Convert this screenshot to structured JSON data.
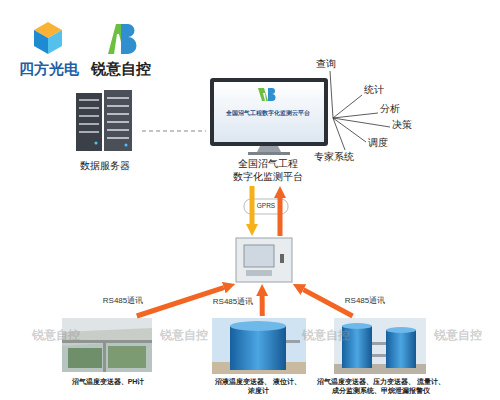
{
  "diagram": {
    "nodes": [
      {
        "text": [
          "数据服务器"
        ]
      },
      {
        "text": [
          "全国沼气工程数字化监测云平台",
          "全国沼气工程 数字化监测平台"
        ]
      },
      {
        "text": []
      },
      {
        "text": [
          "沼气温度变送器、PH计"
        ]
      },
      {
        "text": [
          "沼液温度变送器、 液位计、浓度计"
        ]
      },
      {
        "text": [
          "沼气温度变送器、压力变送器、 流量计、成分监测系统、甲烷泄漏报警仪"
        ]
      }
    ],
    "edges": [
      {
        "from": 0,
        "to": 1,
        "arrow": "none"
      },
      {
        "from": 1,
        "to": 2,
        "label": "GPRS",
        "arrow": "to"
      },
      {
        "from": 2,
        "to": 1,
        "arrow": "to"
      },
      {
        "from": 3,
        "to": 2,
        "label": "RS485通讯",
        "arrow": "to"
      },
      {
        "from": 4,
        "to": 2,
        "label": "RS485通讯",
        "arrow": "to"
      },
      {
        "from": 5,
        "to": 2,
        "label": "RS485通讯",
        "arrow": "to"
      }
    ],
    "labels": [
      "四方光电",
      "锐意自控",
      "查询",
      "统计",
      "分析",
      "决策",
      "调度",
      "专家系统",
      "锐意自控",
      "锐意自控",
      "锐意自控",
      "锐意自控"
    ]
  }
}
